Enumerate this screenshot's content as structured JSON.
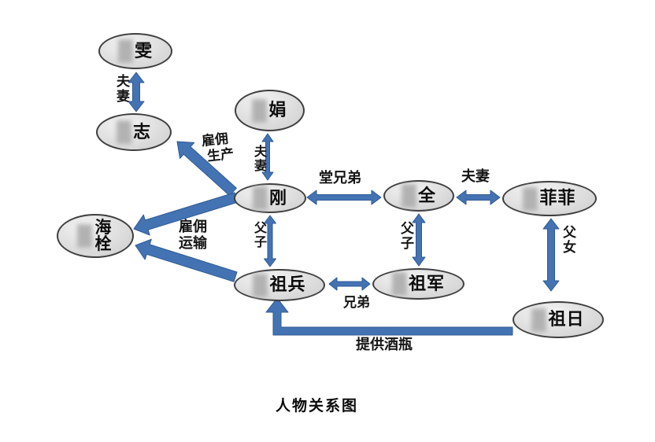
{
  "title": "人物关系图",
  "colors": {
    "arrow_fill": "#4473b3",
    "arrow_border": "#2f5a94",
    "node_fill": "#dedede",
    "node_border": "#3e3e3e",
    "text": "#141414"
  },
  "nodes": [
    {
      "id": "wen",
      "label": "雯",
      "redacted_prefix": true
    },
    {
      "id": "zhi",
      "label": "志",
      "redacted_prefix": true
    },
    {
      "id": "juan",
      "label": "娟",
      "redacted_prefix": true
    },
    {
      "id": "gang",
      "label": "刚",
      "redacted_prefix": true
    },
    {
      "id": "quan",
      "label": "全",
      "redacted_prefix": true
    },
    {
      "id": "feifei",
      "label": "菲菲",
      "redacted_prefix": true
    },
    {
      "id": "haishuan",
      "label": "海栓",
      "redacted_prefix": true
    },
    {
      "id": "zubing",
      "label": "祖兵",
      "redacted_prefix": true
    },
    {
      "id": "zujun",
      "label": "祖军",
      "redacted_prefix": true
    },
    {
      "id": "zuri",
      "label": "祖日",
      "redacted_prefix": true
    }
  ],
  "edges": [
    {
      "from": "雯",
      "to": "志",
      "label": "夫妻",
      "arrow": "double"
    },
    {
      "from": "刚",
      "to": "志",
      "label": "雇佣生产",
      "lines": [
        "雇佣",
        "生产"
      ],
      "arrow": "single"
    },
    {
      "from": "娟",
      "to": "刚",
      "label": "夫妻",
      "arrow": "double"
    },
    {
      "from": "刚",
      "to": "全",
      "label": "堂兄弟",
      "arrow": "double"
    },
    {
      "from": "全",
      "to": "菲菲",
      "label": "夫妻",
      "arrow": "double"
    },
    {
      "from": "刚",
      "to": "祖兵",
      "label": "父子",
      "arrow": "double"
    },
    {
      "from": "全",
      "to": "祖军",
      "label": "父子",
      "arrow": "double"
    },
    {
      "from": "菲菲",
      "to": "祖日",
      "label": "父女",
      "arrow": "double"
    },
    {
      "from": "刚",
      "to": "海栓",
      "label": "雇佣运输",
      "lines": [
        "雇佣",
        "运输"
      ],
      "arrow": "single"
    },
    {
      "from": "祖兵",
      "to": "海栓",
      "label": "雇佣运输",
      "lines": [
        "雇佣",
        "运输"
      ],
      "arrow": "single"
    },
    {
      "from": "祖兵",
      "to": "祖军",
      "label": "兄弟",
      "arrow": "double"
    },
    {
      "from": "祖日",
      "to": "祖兵",
      "label": "提供酒瓶",
      "arrow": "elbow"
    }
  ]
}
